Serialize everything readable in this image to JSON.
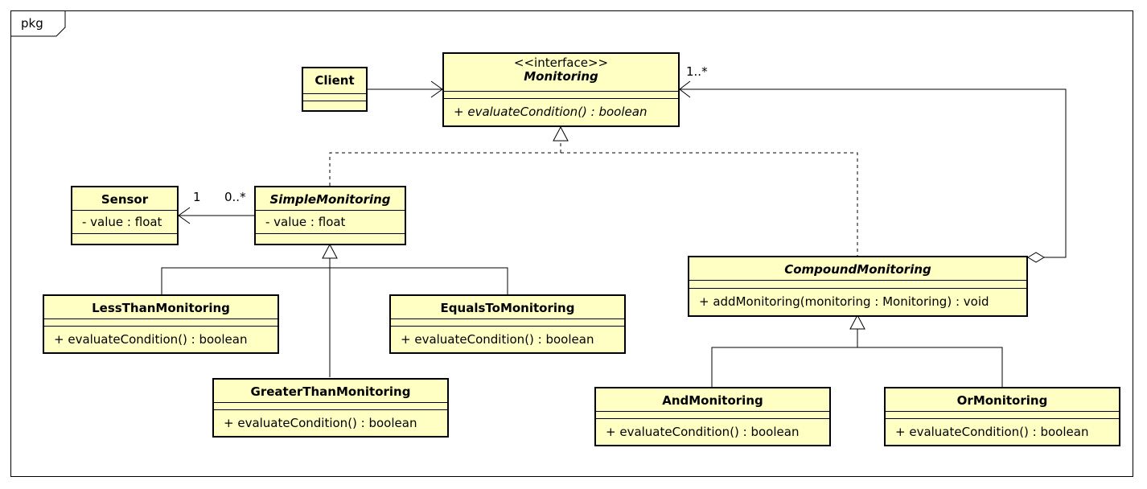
{
  "package": {
    "label": "pkg"
  },
  "classes": {
    "client": {
      "name": "Client"
    },
    "monitoring": {
      "stereotype": "<<interface>>",
      "name": "Monitoring",
      "operation": "+ evaluateCondition() : boolean"
    },
    "sensor": {
      "name": "Sensor",
      "attribute": "- value : float"
    },
    "simple": {
      "name": "SimpleMonitoring",
      "attribute": "- value : float"
    },
    "lessthan": {
      "name": "LessThanMonitoring",
      "operation": "+ evaluateCondition() : boolean"
    },
    "equalsto": {
      "name": "EqualsToMonitoring",
      "operation": "+ evaluateCondition() : boolean"
    },
    "greaterthan": {
      "name": "GreaterThanMonitoring",
      "operation": "+ evaluateCondition() : boolean"
    },
    "compound": {
      "name": "CompoundMonitoring",
      "operation": "+ addMonitoring(monitoring : Monitoring) : void"
    },
    "and": {
      "name": "AndMonitoring",
      "operation": "+ evaluateCondition() : boolean"
    },
    "or": {
      "name": "OrMonitoring",
      "operation": "+ evaluateCondition() : boolean"
    }
  },
  "multiplicities": {
    "sensor_end": "1",
    "simple_end": "0..*",
    "aggregation_end": "1..*"
  }
}
